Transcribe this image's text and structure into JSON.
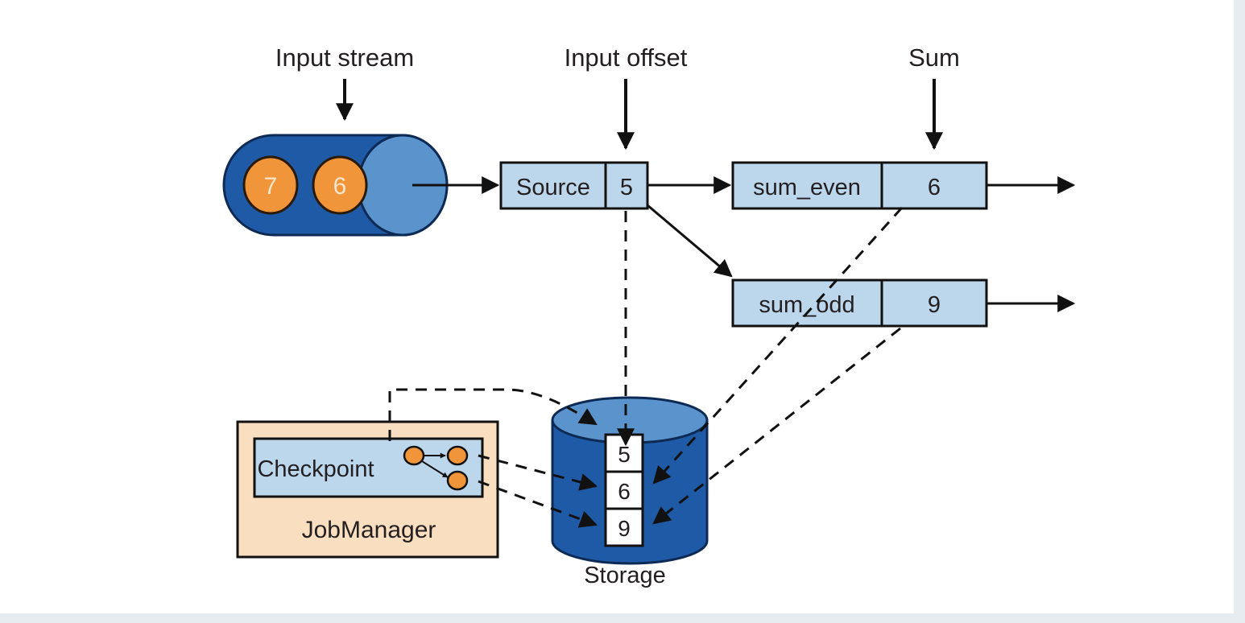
{
  "labels": {
    "input_stream": "Input stream",
    "input_offset": "Input offset",
    "sum": "Sum",
    "storage": "Storage"
  },
  "stream": {
    "events": [
      "7",
      "6"
    ]
  },
  "source": {
    "name": "Source",
    "offset": "5"
  },
  "operators": [
    {
      "name": "sum_even",
      "value": "6"
    },
    {
      "name": "sum_odd",
      "value": "9"
    }
  ],
  "checkpoint_label": "Checkpoint",
  "jobmanager_label": "JobManager",
  "storage_values": [
    "5",
    "6",
    "9"
  ],
  "colors": {
    "stream_blue": "#1f5aa6",
    "stream_end": "#5b93cc",
    "box_fill": "#bcd6ec",
    "event_orange": "#f0953a",
    "jobmanager_fill": "#f9dfc0",
    "storage_blue": "#2a6ab5"
  }
}
